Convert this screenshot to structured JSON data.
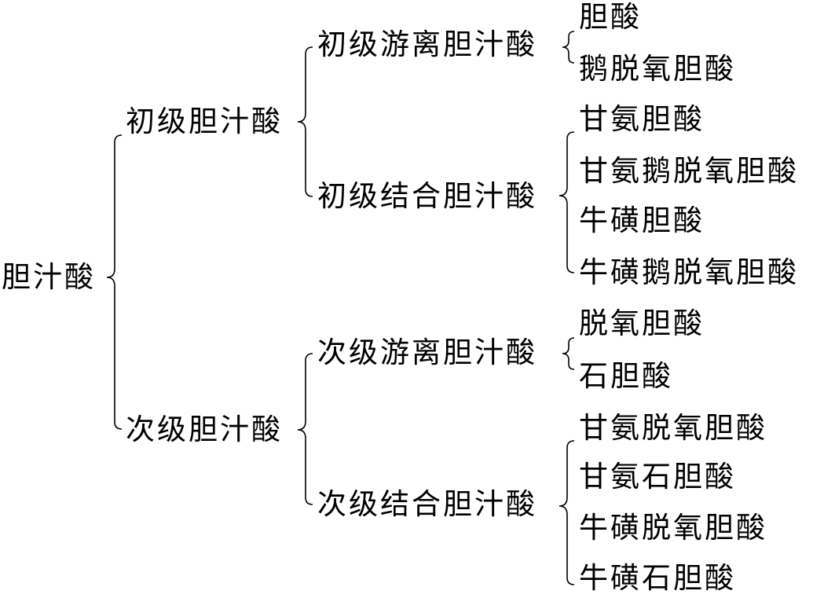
{
  "root": "胆汁酸",
  "branches": [
    {
      "label": "初级胆汁酸",
      "groups": [
        {
          "label": "初级游离胆汁酸",
          "items": [
            "胆酸",
            "鹅脱氧胆酸"
          ]
        },
        {
          "label": "初级结合胆汁酸",
          "items": [
            "甘氨胆酸",
            "甘氨鹅脱氧胆酸",
            "牛磺胆酸",
            "牛磺鹅脱氧胆酸"
          ]
        }
      ]
    },
    {
      "label": "次级胆汁酸",
      "groups": [
        {
          "label": "次级游离胆汁酸",
          "items": [
            "脱氧胆酸",
            "石胆酸"
          ]
        },
        {
          "label": "次级结合胆汁酸",
          "items": [
            "甘氨脱氧胆酸",
            "甘氨石胆酸",
            "牛磺脱氧胆酸",
            "牛磺石胆酸"
          ]
        }
      ]
    }
  ]
}
